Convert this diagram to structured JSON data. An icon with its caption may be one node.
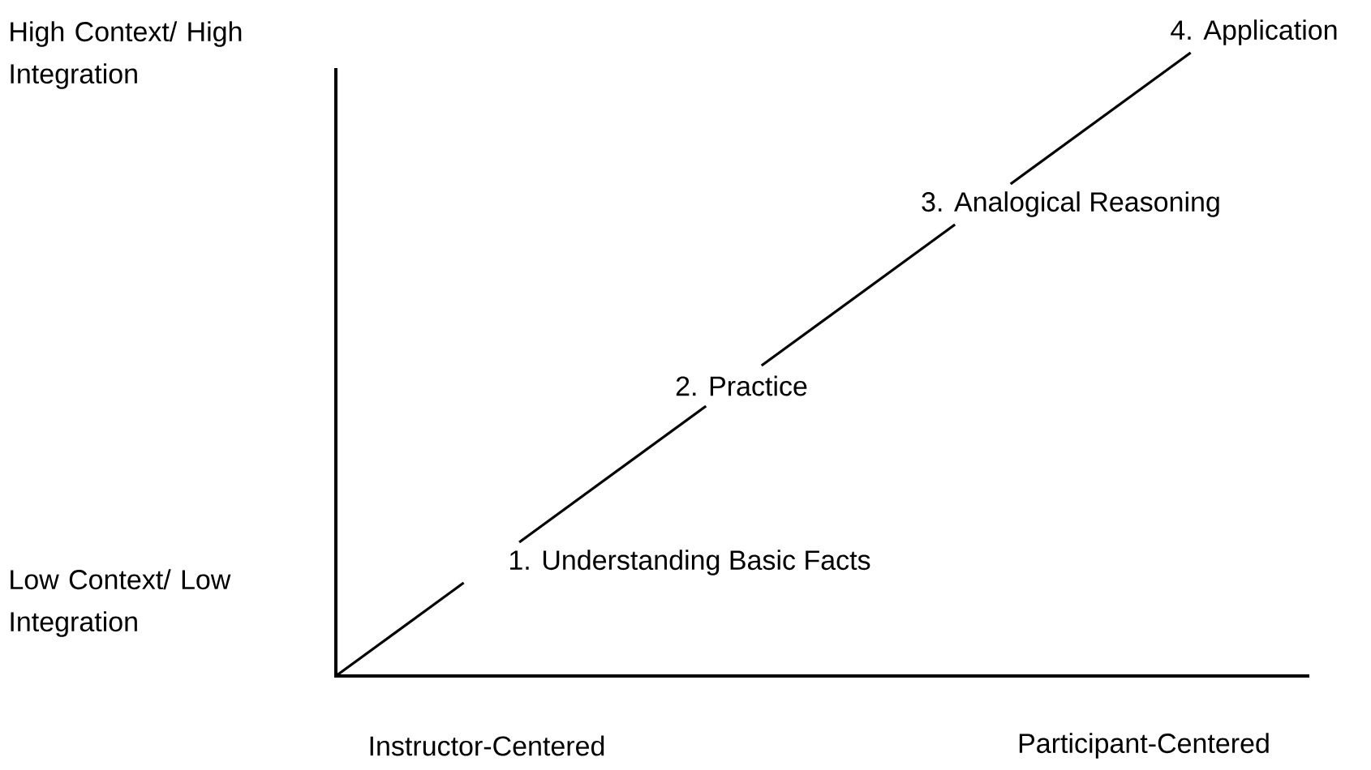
{
  "diagram": {
    "nodes": [
      {
        "text": [
          "1. Understanding Basic Facts"
        ]
      },
      {
        "text": [
          "2. Practice"
        ]
      },
      {
        "text": [
          "3. Analogical Reasoning"
        ]
      },
      {
        "text": [
          "4. Application"
        ]
      }
    ],
    "edges": [
      {
        "from": null,
        "to": 0,
        "arrow": "none"
      },
      {
        "from": 0,
        "to": 1,
        "arrow": "none"
      },
      {
        "from": 1,
        "to": 2,
        "arrow": "none"
      },
      {
        "from": 2,
        "to": 3,
        "arrow": "none"
      }
    ],
    "labels": [
      "High Context/ High Integration",
      "Low Context/ Low Integration",
      "Instructor-Centered",
      "Participant-Centered"
    ]
  }
}
